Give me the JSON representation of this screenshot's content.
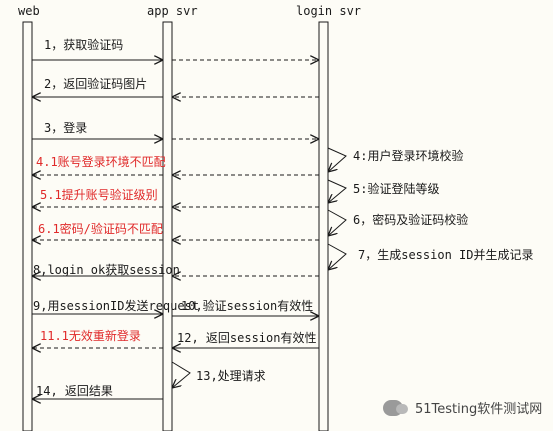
{
  "participants": {
    "web": "web",
    "app": "app svr",
    "login": "login svr"
  },
  "messages": [
    {
      "id": "m1",
      "text": "1，获取验证码"
    },
    {
      "id": "m2",
      "text": "2，返回验证码图片"
    },
    {
      "id": "m3",
      "text": "3，登录"
    },
    {
      "id": "m4",
      "text": "4:用户登录环境校验"
    },
    {
      "id": "m41",
      "text": "4.1账号登录环境不匹配"
    },
    {
      "id": "m5",
      "text": "5:验证登陆等级"
    },
    {
      "id": "m51",
      "text": "5.1提升账号验证级别"
    },
    {
      "id": "m6",
      "text": "6，密码及验证码校验"
    },
    {
      "id": "m61",
      "text": "6.1密码/验证码不匹配"
    },
    {
      "id": "m7",
      "text": "7，生成session ID并生成记录"
    },
    {
      "id": "m8",
      "text": "8,login ok获取session"
    },
    {
      "id": "m9",
      "text": "9,用sessionID发送request"
    },
    {
      "id": "m10",
      "text": "10,验证session有效性"
    },
    {
      "id": "m11",
      "text": "11.1无效重新登录"
    },
    {
      "id": "m12",
      "text": "12, 返回session有效性"
    },
    {
      "id": "m13",
      "text": "13,处理请求"
    },
    {
      "id": "m14",
      "text": "14, 返回结果"
    }
  ],
  "watermark": "51Testing软件测试网",
  "colors": {
    "line": "#1a1a1a",
    "error_text": "#e02a2a",
    "background": "#fdfcf6"
  }
}
